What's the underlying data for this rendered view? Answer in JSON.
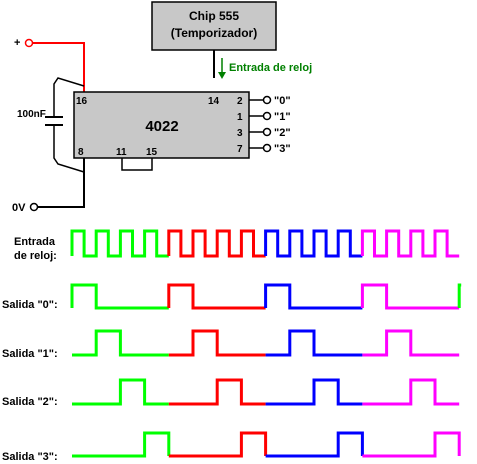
{
  "timer": {
    "line1": "Chip 555",
    "line2": "(Temporizador)"
  },
  "clock_input_label": "Entrada de reloj",
  "counter": {
    "name": "4022",
    "pins": {
      "p16": "16",
      "p14": "14",
      "p8": "8",
      "p11": "11",
      "p15": "15"
    },
    "outputs": [
      {
        "pin": "2",
        "label": "\"0\""
      },
      {
        "pin": "1",
        "label": "\"1\""
      },
      {
        "pin": "3",
        "label": "\"2\""
      },
      {
        "pin": "7",
        "label": "\"3\""
      }
    ]
  },
  "supply": {
    "plus": "+",
    "ground": "0V",
    "capacitor": "100nF"
  },
  "colors": {
    "s0": "#00ff00",
    "s1": "#ff0000",
    "s2": "#0000ff",
    "s3": "#ff00ff",
    "wire": "#000000",
    "plus_wire": "#ff0000",
    "clock_arrow": "#008000",
    "chip": "#c8c8c8"
  },
  "timing": {
    "clock_label_1": "Entrada",
    "clock_label_2": "de reloj:",
    "outputs": [
      {
        "label": "Salida \"0\":"
      },
      {
        "label": "Salida \"1\":"
      },
      {
        "label": "Salida \"2\":"
      },
      {
        "label": "Salida \"3\":"
      }
    ]
  }
}
